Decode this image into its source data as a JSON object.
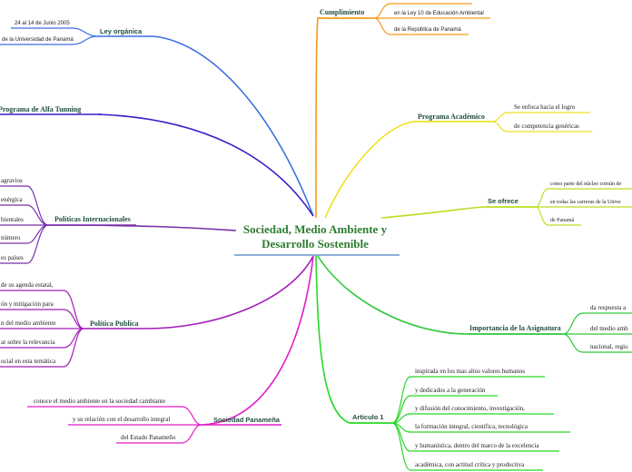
{
  "central": {
    "title_line1": "Sociedad, Medio Ambiente y",
    "title_line2": "Desarrollo Sostenible"
  },
  "colors": {
    "center_text": "#2e7d32",
    "center_underline": "#4a7fbf",
    "branch_text": "#1f4e3d",
    "ley": "#3b6fe0",
    "alfa": "#3b1fc8",
    "politicas": "#7a2fa8",
    "publica": "#a21fb8",
    "panamena": "#e01fc8",
    "cumplimiento": "#f59a1a",
    "academico": "#f0e020",
    "ofrece": "#b8e020",
    "importancia": "#2ec83a",
    "articulo": "#28d828"
  },
  "branches": {
    "ley": {
      "label": "Ley orgánica",
      "children": [
        "24 al 14 de Junio 2005",
        "de la Universidad de Panamá"
      ]
    },
    "alfa": {
      "label": "Programa de Alfa Tunning"
    },
    "politicas": {
      "label": "Políticas Internacionales",
      "children": [
        "agravios",
        "enérgica",
        "bientales",
        "número",
        "es países"
      ]
    },
    "publica": {
      "label": "Política Publica",
      "children": [
        "de su agenda estatal,",
        "ón y mitigación para",
        "n del medio ambiente",
        "ar sobre la relevancia",
        "ocial en esta temática"
      ]
    },
    "panamena": {
      "label": "Sociedad Panameña",
      "children": [
        "conoce el medio ambiente en la sociedad cambiante",
        "y su relación con el desarrollo integral",
        "del Estado Panameño"
      ]
    },
    "cumplimiento": {
      "label": "Cumplimiento",
      "children": [
        "en la Ley 10 de Educación Ambiental",
        "de la República de Panamá"
      ]
    },
    "academico": {
      "label": "Programa Académico",
      "children": [
        "Se enfoca hacia el logro",
        "de competencia genéricas"
      ]
    },
    "ofrece": {
      "label": "Se ofrece",
      "children": [
        "como parte del núcleo común de",
        "en todas las carreras de la Unive",
        "de Panamá"
      ]
    },
    "importancia": {
      "label": "Importancia de la Asignatura",
      "children": [
        "da respuesta a",
        "del medio amb",
        "nacional, regio"
      ]
    },
    "articulo": {
      "label": "Articulo 1",
      "children": [
        "inspirada en los mas altos valores humanos",
        "y dedicados a la generación",
        "y difusión del conocimiento, investigación,",
        "la formación integral, científica, tecnológica",
        "y humanística, dentro del marco de la excelencia",
        "académica, con actitud crítica y productiva"
      ]
    }
  }
}
